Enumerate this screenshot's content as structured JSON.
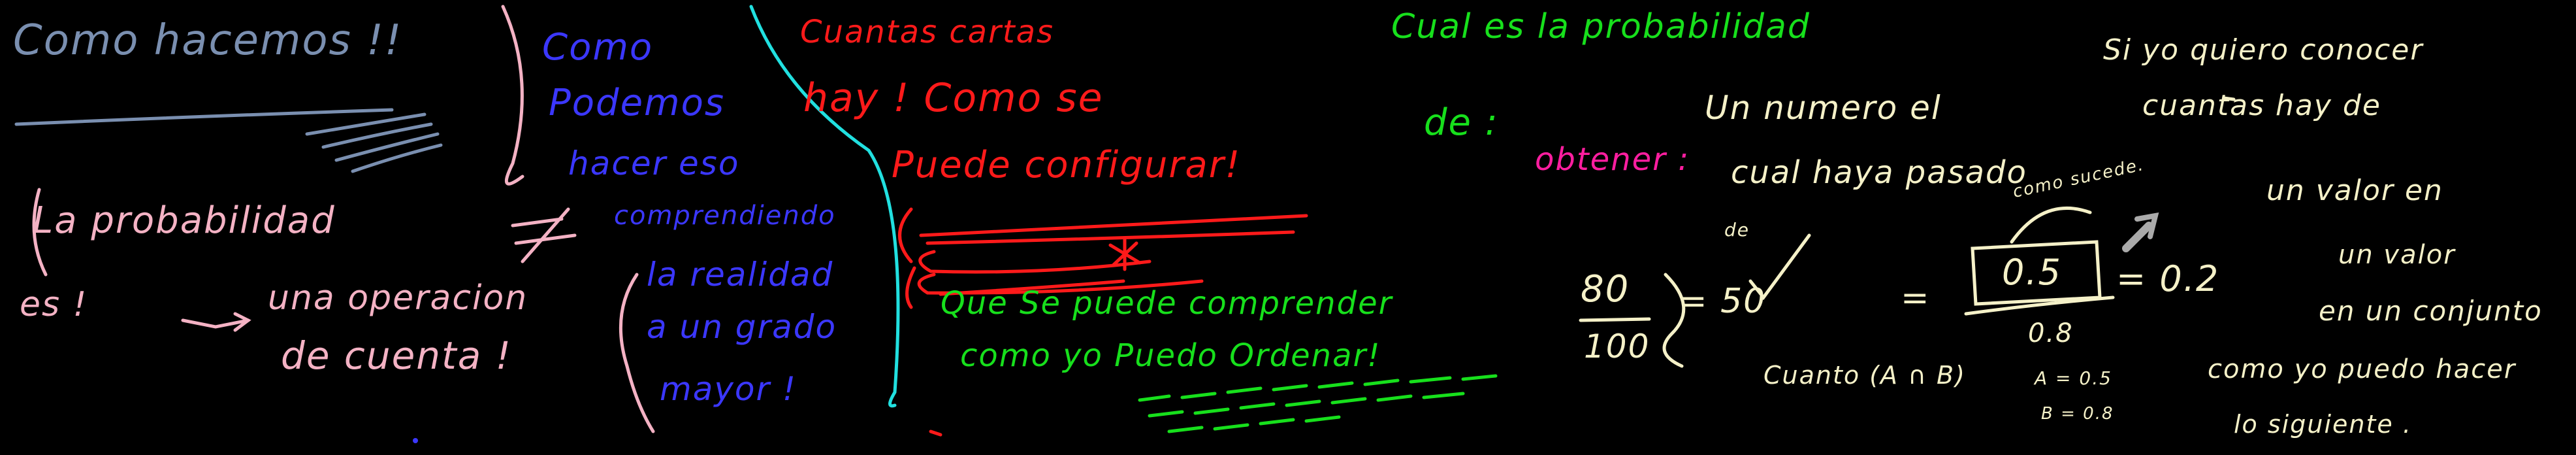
{
  "board": {
    "blue": {
      "heading": "Como hacemos !!"
    },
    "pink": {
      "line1": "La probabilidad",
      "line2": "es !",
      "line3": "una operacion",
      "line4": "de cuenta !"
    },
    "violet": {
      "lines": [
        "Como",
        "Podemos",
        "hacer eso",
        "comprendiendo",
        "la realidad",
        "a un grado",
        "mayor !"
      ]
    },
    "red": {
      "line1": "Cuantas cartas",
      "line2": "hay ! Como se",
      "line3": "Puede configurar!"
    },
    "green_left": {
      "line1": "Que Se puede comprender",
      "line2": "como yo Puedo Ordenar!"
    },
    "green_top": {
      "line1": "Cual es la probabilidad",
      "line2": "de :"
    },
    "magenta": {
      "label": "obtener :"
    },
    "cream": {
      "phrase1": "Un numero el",
      "phrase2": "cual haya pasado",
      "note_small": "como sucede.",
      "note_de": "de",
      "frac_num": "80",
      "frac_den": "100",
      "eq_50": "= 50",
      "eq_mid": "=",
      "box_value": "0.5",
      "eq_02": "= 0.2",
      "below_box": "0.8",
      "cuanto": "Cuanto (A ∩ B)",
      "a_val": "A = 0.5",
      "b_val": "B = 0.8"
    },
    "right": {
      "lines": [
        "Si yo quiero conocer",
        "cuantas hay de",
        "un valor en",
        "un valor",
        "en un conjunto",
        "como yo puedo hacer",
        "lo siguiente ."
      ]
    }
  }
}
